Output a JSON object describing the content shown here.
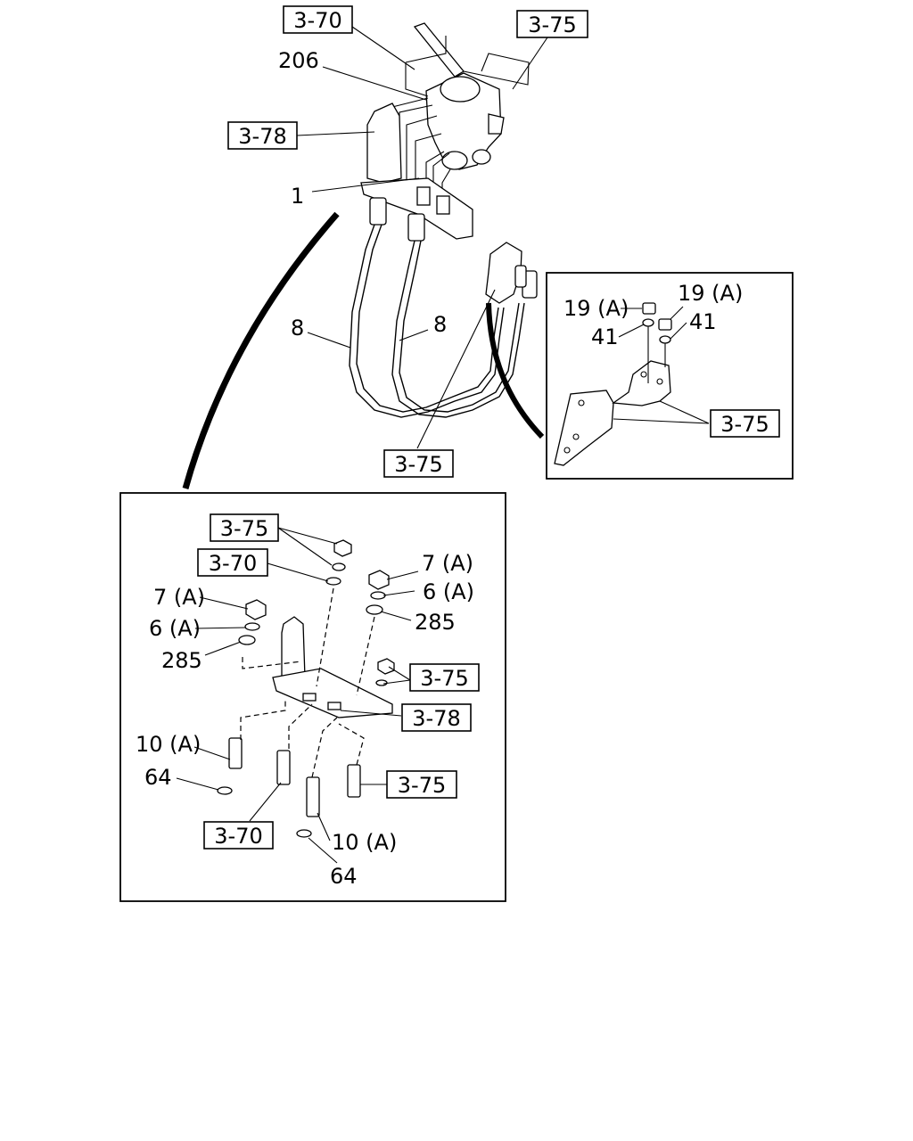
{
  "labels": {
    "ref_3_70_top": "3-70",
    "ref_3_75_top": "3-75",
    "ref_3_78_top": "3-78",
    "num_206": "206",
    "num_1": "1",
    "num_8_left": "8",
    "num_8_right": "8",
    "ref_3_75_mid": "3-75",
    "detail_right": {
      "num_19a_left": "19 (A)",
      "num_19a_right": "19 (A)",
      "num_41_left": "41",
      "num_41_right": "41",
      "ref_3_75": "3-75"
    },
    "detail_bottom": {
      "ref_3_75_a": "3-75",
      "ref_3_70_a": "3-70",
      "num_7a_right": "7 (A)",
      "num_6a_right": "6 (A)",
      "num_285_right": "285",
      "num_7a_left": "7 (A)",
      "num_6a_left": "6 (A)",
      "num_285_left": "285",
      "ref_3_75_b": "3-75",
      "ref_3_78": "3-78",
      "num_10a_left": "10 (A)",
      "num_64_left": "64",
      "ref_3_75_c": "3-75",
      "ref_3_70_b": "3-70",
      "num_10a_bottom": "10 (A)",
      "num_64_bottom": "64"
    }
  }
}
